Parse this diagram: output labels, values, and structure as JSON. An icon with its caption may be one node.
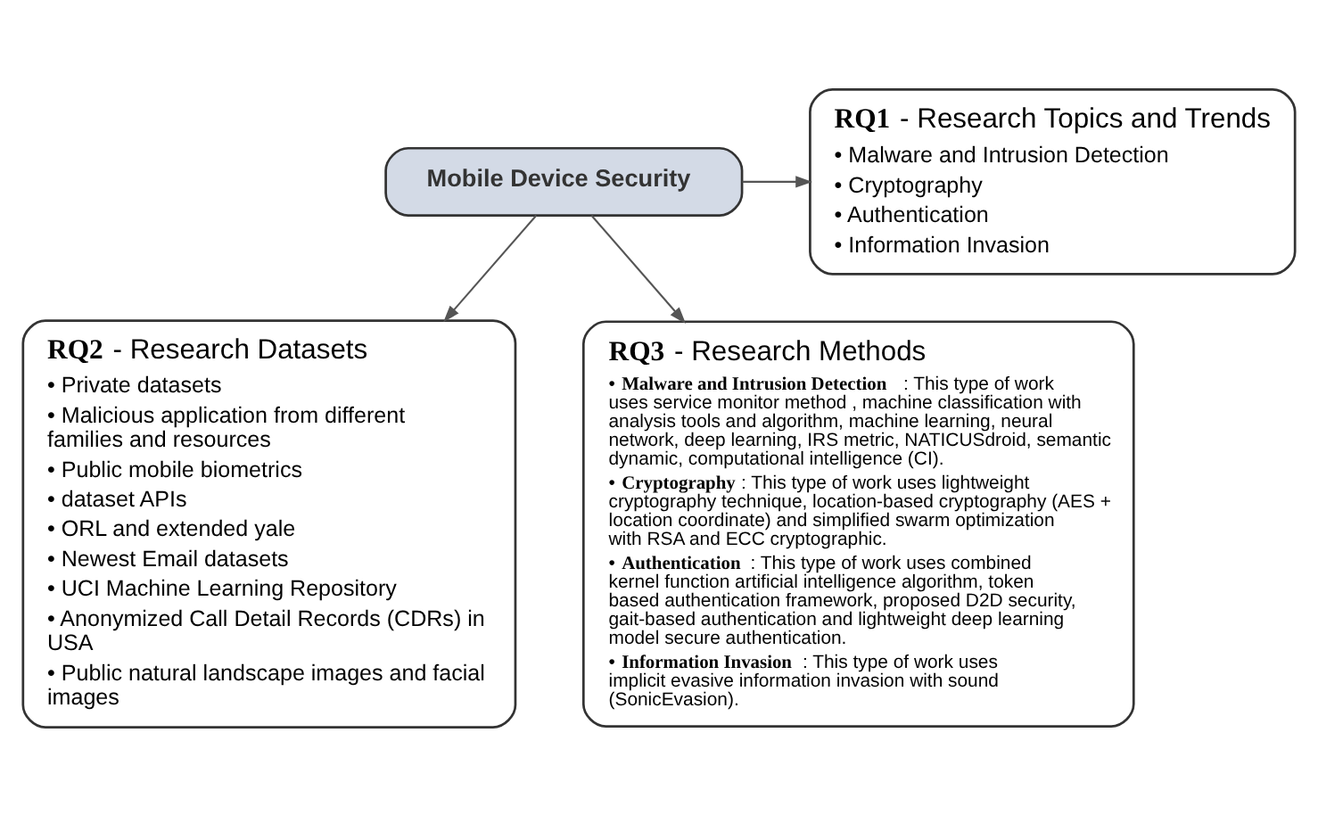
{
  "diagram": {
    "nodes": [
      {
        "text": [
          "Mobile Device Security"
        ]
      },
      {
        "text": [
          "**RQ1** - Research Topics and Trends",
          "• Malware and Intrusion Detection",
          "• Cryptography",
          "• Authentication",
          "• Information Invasion"
        ]
      },
      {
        "text": [
          "**RQ2** - Research Datasets",
          "• Private datasets",
          "• Malicious application from different families and resources",
          "• Public mobile biometrics",
          "• dataset APIs",
          "• ORL and extended yale",
          "• Newest Email datasets",
          "• UCI Machine Learning Repository",
          "• Anonymized Call Detail Records (CDRs) in USA",
          "• Public natural landscape images and facial images"
        ]
      },
      {
        "text": [
          "**RQ3** - Research Methods",
          "• **Malware and Intrusion Detection**: This type of work uses service monitor method , machine classification with analysis tools and algorithm, machine learning, neural network, deep learning, IRS metric, NATICUSdroid, semantic dynamic, computational intelligence (CI).",
          "• **Cryptography**: This type of work uses lightweight cryptography technique, location-based cryptography (AES + location coordinate) and simplified swarm optimization with RSA and ECC cryptographic.",
          "• **Authentication**: This type of work uses combined kernel function artificial intelligence algorithm, token based authentication framework, proposed D2D security, gait-based authentication and lightweight deep learning model secure authentication.",
          "• **Information Invasion**: This type of work uses implicit evasive information invasion with sound (SonicEvasion)."
        ]
      }
    ],
    "edges": [
      {
        "from": 0,
        "to": 1,
        "arrow": "to"
      },
      {
        "from": 0,
        "to": 2,
        "arrow": "to"
      },
      {
        "from": 0,
        "to": 3,
        "arrow": "to"
      }
    ]
  }
}
